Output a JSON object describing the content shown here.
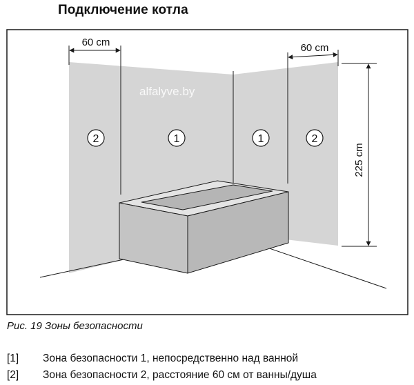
{
  "title": "Подключение котла",
  "diagram": {
    "dim_left": "60 cm",
    "dim_right": "60 cm",
    "dim_height": "225 cm",
    "watermark": "alfalyve.by",
    "zones": [
      {
        "label": "2"
      },
      {
        "label": "1"
      },
      {
        "label": "1"
      },
      {
        "label": "2"
      }
    ],
    "colors": {
      "zone_fill": "#d5d5d5",
      "bathtub_fill": "#c4c4c4",
      "line": "#1a1a1a"
    }
  },
  "caption": "Рис. 19  Зоны безопасности",
  "legend": [
    {
      "num": "[1]",
      "text": "Зона безопасности 1, непосредственно над ванной"
    },
    {
      "num": "[2]",
      "text": "Зона безопасности 2, расстояние 60 см от ванны/душа"
    }
  ]
}
